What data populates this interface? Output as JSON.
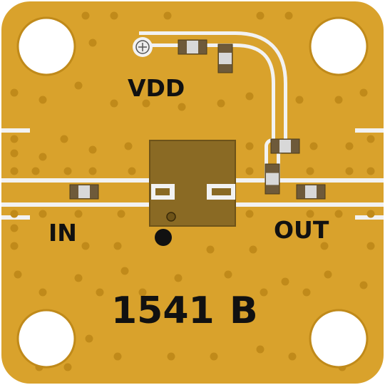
{
  "board": {
    "part_number": "1541",
    "revision": "B",
    "colors": {
      "substrate": "#D9A22C",
      "via": "#C08A1A",
      "trace": "#F2F2F2",
      "mounting_hole": "#FFFFFF",
      "chip_body": "#8A6A24",
      "component_cap": "#6E5A3A",
      "component_body": "#D8D8D8",
      "silkscreen": "#111111"
    }
  },
  "labels": {
    "vdd": "VDD",
    "input": "IN",
    "output": "OUT"
  },
  "components": [
    {
      "name": "capacitor",
      "ref": "input-dc-block"
    },
    {
      "name": "capacitor",
      "ref": "output-dc-block"
    },
    {
      "name": "capacitor",
      "ref": "vdd-bypass-top"
    },
    {
      "name": "capacitor",
      "ref": "vdd-bypass-vertical"
    },
    {
      "name": "inductor",
      "ref": "bias-choke-horizontal"
    },
    {
      "name": "inductor",
      "ref": "bias-choke-vertical"
    }
  ]
}
